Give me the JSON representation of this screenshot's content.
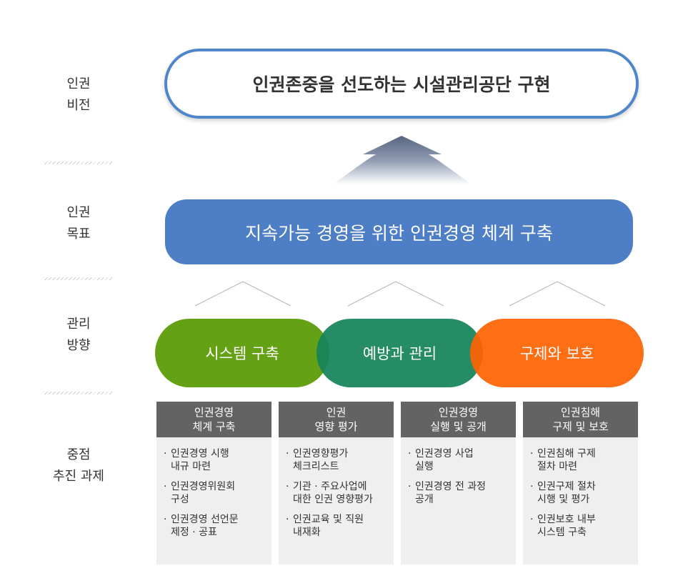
{
  "rows": [
    {
      "line1": "인권",
      "line2": "비전"
    },
    {
      "line1": "인권",
      "line2": "목표"
    },
    {
      "line1": "관리",
      "line2": "방향"
    },
    {
      "line1": "중점",
      "line2": "추진 과제"
    }
  ],
  "vision": {
    "text": "인권존중을 선도하는 시설관리공단 구현"
  },
  "goal": {
    "text": "지속가능 경영을 위한 인권경영 체계 구축"
  },
  "directions": [
    {
      "label": "시스템 구축",
      "color": "#64a114"
    },
    {
      "label": "예방과 관리",
      "color": "#16835a"
    },
    {
      "label": "구제와 보호",
      "color": "#fe6302"
    }
  ],
  "tasks": [
    {
      "title1": "인권경영",
      "title2": "체계 구축",
      "items": [
        {
          "l1": "인권경영 시행",
          "l2": "내규 마련"
        },
        {
          "l1": "인권경영위원회",
          "l2": "구성"
        },
        {
          "l1": "인권경영 선언문",
          "l2": "제정 · 공표"
        }
      ]
    },
    {
      "title1": "인권",
      "title2": "영향 평가",
      "items": [
        {
          "l1": "인권영향평가",
          "l2": "체크리스트"
        },
        {
          "l1": "기관 · 주요사업에",
          "l2": "대한 인권 영향평가"
        },
        {
          "l1": "인권교육 및 직원",
          "l2": "내재화"
        }
      ]
    },
    {
      "title1": "인권경영",
      "title2": "실행 및 공개",
      "items": [
        {
          "l1": "인권경영 사업",
          "l2": "실행"
        },
        {
          "l1": "인권경영 전 과정",
          "l2": "공개"
        }
      ]
    },
    {
      "title1": "인권침해",
      "title2": "구제 및 보호",
      "items": [
        {
          "l1": "인권침해 구제",
          "l2": "절차 마련"
        },
        {
          "l1": "인권구제 절차",
          "l2": "시행 및 평가"
        },
        {
          "l1": "인권보호 내부",
          "l2": "시스템 구축"
        }
      ]
    }
  ]
}
